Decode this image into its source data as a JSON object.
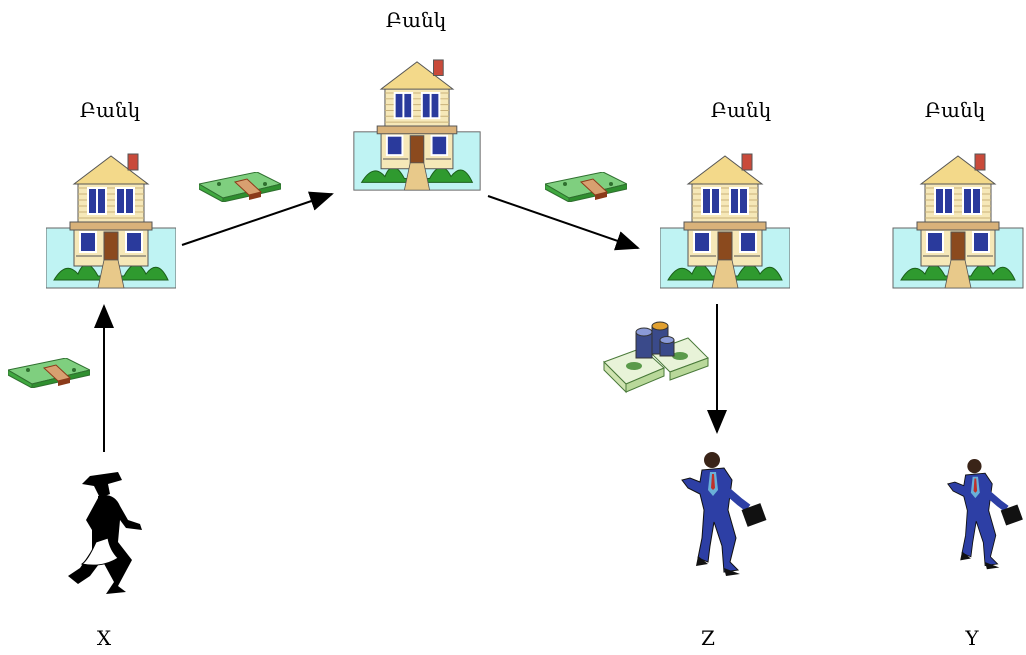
{
  "diagram": {
    "banks": [
      {
        "id": "bank-1",
        "label": "Բանկ"
      },
      {
        "id": "bank-2",
        "label": "Բանկ"
      },
      {
        "id": "bank-3",
        "label": "Բանկ"
      },
      {
        "id": "bank-4",
        "label": "Բանկ"
      }
    ],
    "persons": [
      {
        "id": "person-x",
        "label": "X"
      },
      {
        "id": "person-z",
        "label": "Z"
      },
      {
        "id": "person-y",
        "label": "Y"
      }
    ],
    "colors": {
      "bank_background": "#bff3f3",
      "house_wall": "#f6e8b8",
      "roof": "#f3d98a",
      "window": "#2a3a9c",
      "chimney": "#c94a3a",
      "money_green": "#3fa83f",
      "money_band": "#8b3a1a",
      "suit_blue": "#2d3fa5",
      "coin_gold": "#e0a030"
    }
  }
}
